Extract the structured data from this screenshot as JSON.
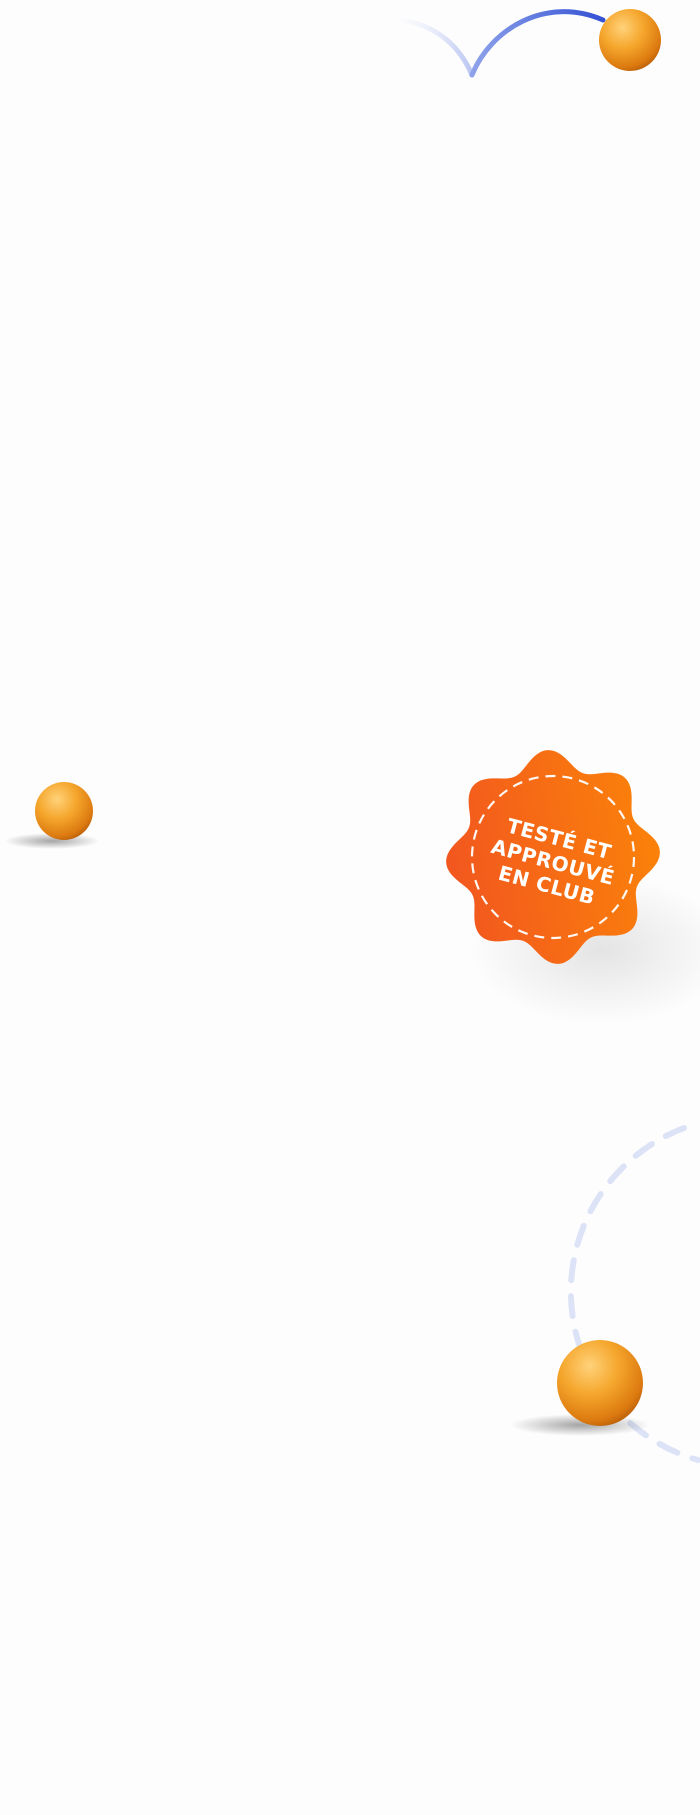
{
  "badge": {
    "line_1": "TESTÉ ET",
    "line_2": "APPROUVÉ",
    "line_3": "EN CLUB"
  },
  "colors": {
    "background": "#fdfdfd",
    "badge_orange_start": "#f2571f",
    "badge_orange_end": "#fb8309",
    "ball_orange": "#f39a24",
    "arc_blue": "#3b5bd6",
    "dashed_circle": "#dde3f7"
  },
  "icons": {
    "decorative_ball": "orange-ball-icon",
    "badge_shape": "wavy-seal-icon",
    "arc": "blue-arc-icon",
    "dashed_circle": "dashed-circle-icon"
  }
}
